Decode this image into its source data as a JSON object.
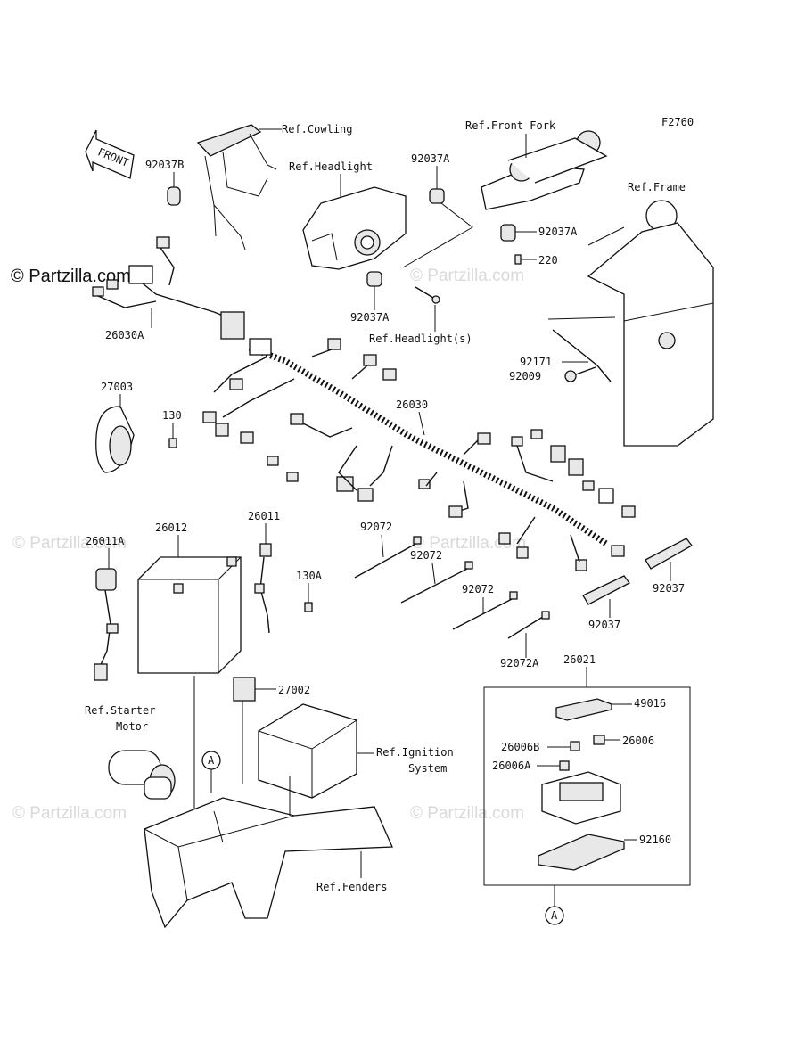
{
  "diagram_code": "F2760",
  "watermark_main": "© Partzilla.com",
  "watermark_faint": "© Partzilla.com",
  "front_arrow_label": "FRONT",
  "callout_marker": "A",
  "labels": [
    {
      "id": "ref-cowling",
      "text": "Ref.Cowling"
    },
    {
      "id": "ref-front-fork",
      "text": "Ref.Front Fork"
    },
    {
      "id": "ref-headlight",
      "text": "Ref.Headlight"
    },
    {
      "id": "ref-frame",
      "text": "Ref.Frame"
    },
    {
      "id": "p-92037b",
      "text": "92037B"
    },
    {
      "id": "p-92037a-1",
      "text": "92037A"
    },
    {
      "id": "p-92037a-2",
      "text": "92037A"
    },
    {
      "id": "p-92037a-3",
      "text": "92037A"
    },
    {
      "id": "p-220",
      "text": "220"
    },
    {
      "id": "p-26030a",
      "text": "26030A"
    },
    {
      "id": "ref-headlights",
      "text": "Ref.Headlight(s)"
    },
    {
      "id": "p-92171",
      "text": "92171"
    },
    {
      "id": "p-27003",
      "text": "27003"
    },
    {
      "id": "p-130",
      "text": "130"
    },
    {
      "id": "p-26030",
      "text": "26030"
    },
    {
      "id": "p-92009",
      "text": "92009"
    },
    {
      "id": "p-26011",
      "text": "26011"
    },
    {
      "id": "p-26012",
      "text": "26012"
    },
    {
      "id": "p-26011a",
      "text": "26011A"
    },
    {
      "id": "p-92072-1",
      "text": "92072"
    },
    {
      "id": "p-92072-2",
      "text": "92072"
    },
    {
      "id": "p-92072-3",
      "text": "92072"
    },
    {
      "id": "p-130a",
      "text": "130A"
    },
    {
      "id": "p-92037-1",
      "text": "92037"
    },
    {
      "id": "p-92037-2",
      "text": "92037"
    },
    {
      "id": "p-92072a",
      "text": "92072A"
    },
    {
      "id": "p-26021",
      "text": "26021"
    },
    {
      "id": "p-27002",
      "text": "27002"
    },
    {
      "id": "ref-starter-1",
      "text": "Ref.Starter"
    },
    {
      "id": "ref-starter-2",
      "text": "Motor"
    },
    {
      "id": "p-49016",
      "text": "49016"
    },
    {
      "id": "p-26006b",
      "text": "26006B"
    },
    {
      "id": "p-26006",
      "text": "26006"
    },
    {
      "id": "ref-ignition-1",
      "text": "Ref.Ignition"
    },
    {
      "id": "ref-ignition-2",
      "text": "System"
    },
    {
      "id": "p-26006a",
      "text": "26006A"
    },
    {
      "id": "p-92160",
      "text": "92160"
    },
    {
      "id": "ref-fenders",
      "text": "Ref.Fenders"
    }
  ]
}
